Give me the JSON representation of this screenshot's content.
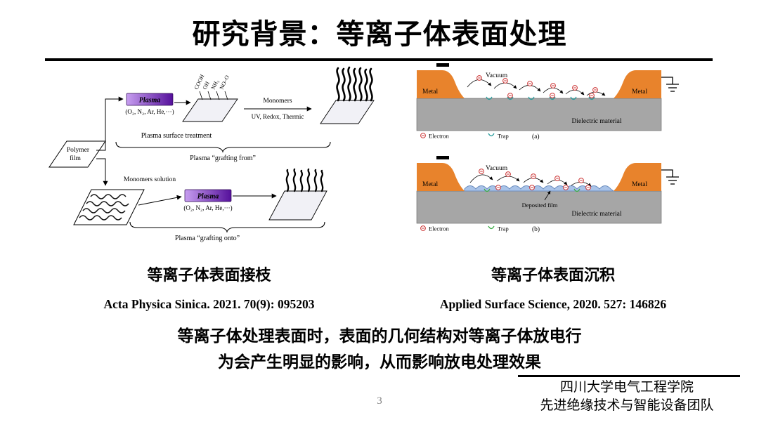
{
  "slide": {
    "title": "研究背景：等离子体表面处理",
    "page_number": "3",
    "summary": {
      "line1": "等离子体处理表面时，表面的几何结构对等离子体放电行",
      "line2": "为会产生明显的影响，从而影响放电处理效果"
    },
    "footer": {
      "affiliation_line1": "四川大学电气工程学院",
      "affiliation_line2": "先进绝缘技术与智能设备团队"
    },
    "left_figure": {
      "caption": "等离子体表面接枝",
      "reference": "Acta Physica Sinica. 2021. 70(9): 095203",
      "labels": {
        "polymer_film_line1": "Polymer",
        "polymer_film_line2": "film",
        "plasma": "Plasma",
        "gases": "(O₂, N₂, Ar, He,···)",
        "functional_groups": [
          "COOH",
          "OH",
          "NH₂",
          "NO–O"
        ],
        "surface_treatment": "Plasma surface treatment",
        "monomers": "Monomers",
        "uv_redox_thermic": "UV, Redox, Thermic",
        "grafting_from": "Plasma  “grafting from”",
        "monomers_solution": "Monomers solution",
        "grafting_onto": "Plasma  “grafting onto”"
      }
    },
    "right_figure": {
      "caption": "等离子体表面沉积",
      "reference": "Applied Surface Science, 2020. 527: 146826",
      "labels": {
        "vacuum": "Vacuum",
        "metal": "Metal",
        "dielectric": "Dielectric material",
        "deposited_film": "Deposited film",
        "electron": "Electron",
        "trap": "Trap",
        "panel_a": "(a)",
        "panel_b": "(b)"
      }
    },
    "colors": {
      "metal": "#e8832c",
      "dielectric": "#a6a6a6",
      "plasma_light": "#c79ef0",
      "plasma_dark": "#55109b",
      "film_fill": "#a9c3e8",
      "film_stroke": "#6d8fc0",
      "electron": "#cc3333",
      "trap_a": "#2a9d9d",
      "trap_b": "#3fae49"
    }
  }
}
